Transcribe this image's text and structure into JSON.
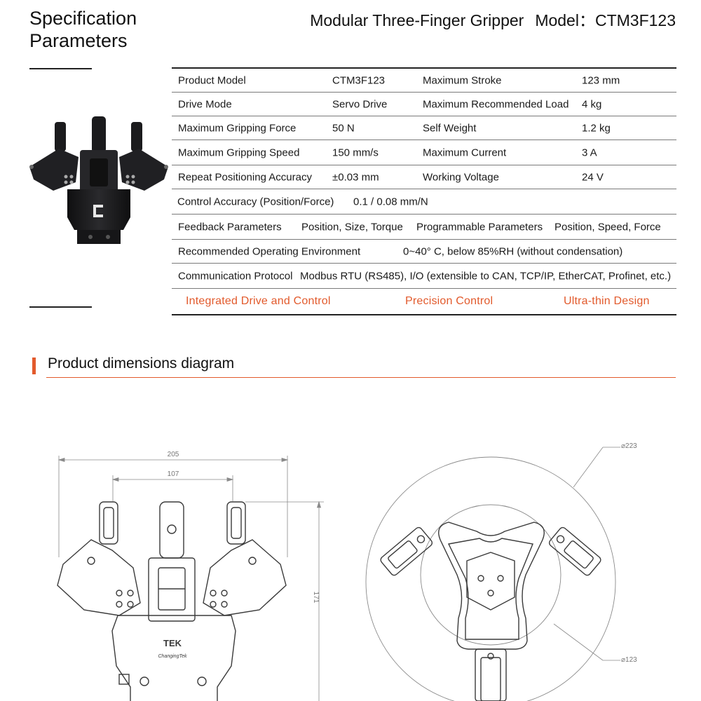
{
  "header": {
    "title_line1": "Specification",
    "title_line2": "Parameters",
    "product_name": "Modular Three-Finger Gripper",
    "model_label": "Model：CTM3F123"
  },
  "specs": {
    "rows": [
      {
        "l1": "Product Model",
        "v1": "CTM3F123",
        "l2": "Maximum Stroke",
        "v2": "123 mm"
      },
      {
        "l1": "Drive Mode",
        "v1": "Servo Drive",
        "l2": "Maximum Recommended Load",
        "v2": "4 kg"
      },
      {
        "l1": "Maximum Gripping Force",
        "v1": "50 N",
        "l2": "Self Weight",
        "v2": "1.2 kg"
      },
      {
        "l1": "Maximum Gripping Speed",
        "v1": "150 mm/s",
        "l2": "Maximum Current",
        "v2": "3 A"
      },
      {
        "l1": "Repeat Positioning Accuracy",
        "v1": "±0.03 mm",
        "l2": "Working Voltage",
        "v2": "24 V"
      }
    ],
    "control_accuracy": {
      "label": "Control Accuracy (Position/Force)",
      "value": "0.1 / 0.08 mm/N"
    },
    "feedback": {
      "label": "Feedback Parameters",
      "value": "Position, Size, Torque",
      "label2": "Programmable Parameters",
      "value2": "Position, Speed, Force"
    },
    "environment": {
      "label": "Recommended Operating Environment",
      "value": "0~40° C, below 85%RH (without condensation)"
    },
    "communication": {
      "label": "Communication Protocol",
      "value": "Modbus RTU (RS485), I/O (extensible to CAN, TCP/IP, EtherCAT, Profinet, etc.)"
    },
    "highlights": [
      "Integrated Drive and Control",
      "Precision Control",
      "Ultra-thin Design"
    ]
  },
  "dimensions": {
    "heading": "Product dimensions diagram",
    "front": {
      "overall_width": "205",
      "finger_span": "107",
      "height": "171",
      "logo_text": "TEK",
      "logo_script": "ChangingTek"
    },
    "top": {
      "outer_diameter": "⌀223",
      "inner_diameter": "⌀123"
    }
  },
  "colors": {
    "accent": "#e25a2c",
    "rule": "#222222",
    "line": "#3a3a3a",
    "dim": "#8a8a8a",
    "photo_body": "#1c1c1e"
  },
  "icons": [
    "gripper-photo",
    "front-view-drawing",
    "top-view-drawing"
  ]
}
